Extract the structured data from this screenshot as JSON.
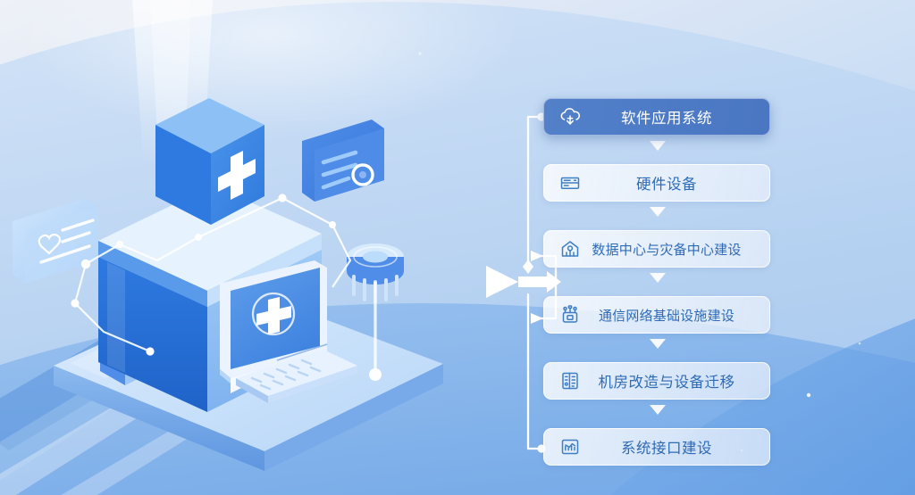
{
  "theme": {
    "accent": "#4a76c2",
    "active_card_bg": "#5280c9",
    "plain_card_text": "#2f6bb5",
    "active_card_text": "#ffffff",
    "connector": "#ffffff",
    "background_top": "#eef1f7",
    "background_bottom": "#aecdf0",
    "illustration_blue": "#3a7fe0",
    "illustration_light": "#bcdcfb"
  },
  "flow": {
    "items": [
      {
        "label": "软件应用系统",
        "icon": "cloud-app-icon",
        "active": true
      },
      {
        "label": "硬件设备",
        "icon": "server-device-icon",
        "active": false
      },
      {
        "label": "数据中心与灾备中心建设",
        "icon": "data-center-icon",
        "active": false
      },
      {
        "label": "通信网络基础设施建设",
        "icon": "network-router-icon",
        "active": false
      },
      {
        "label": "机房改造与设备迁移",
        "icon": "server-rack-icon",
        "active": false
      },
      {
        "label": "系统接口建设",
        "icon": "chart-frame-icon",
        "active": false
      }
    ],
    "branch_node": "play-triangle-node",
    "step_arrow": "chevron-down-arrow"
  },
  "illustration": {
    "name": "isometric-hospital-it-scene",
    "elements": [
      "hospital-building",
      "rooftop-cross-box",
      "desktop-monitor",
      "monitor-cross-badge",
      "keyboard",
      "chip-component",
      "floating-card-heart",
      "floating-card-chart",
      "server-box",
      "light-beam",
      "network-nodes",
      "ground-platform",
      "diagonal-bands"
    ]
  }
}
